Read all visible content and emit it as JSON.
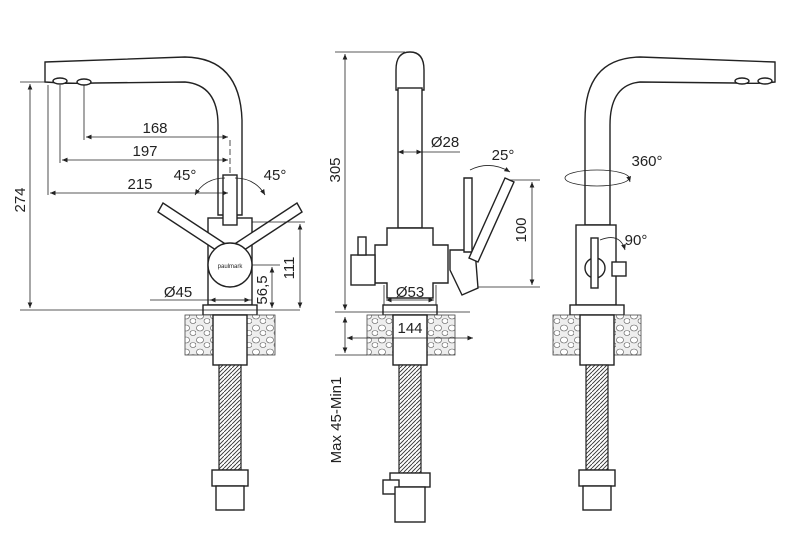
{
  "title": "Faucet dimension drawing",
  "logo_text": "paulmark",
  "left_view": {
    "dim_168": "168",
    "dim_197": "197",
    "dim_215": "215",
    "dim_274": "274",
    "angle_left": "45°",
    "angle_right": "45°",
    "dia_45": "Ø45",
    "dim_56_5": "56,5",
    "dim_111": "111"
  },
  "front_view": {
    "dim_305": "305",
    "dia_28": "Ø28",
    "angle_25": "25°",
    "dim_100": "100",
    "dia_53": "Ø53",
    "dim_144": "144",
    "mount_range": "Max 45-Min1"
  },
  "right_view": {
    "rotation": "360°",
    "angle_90": "90°"
  }
}
